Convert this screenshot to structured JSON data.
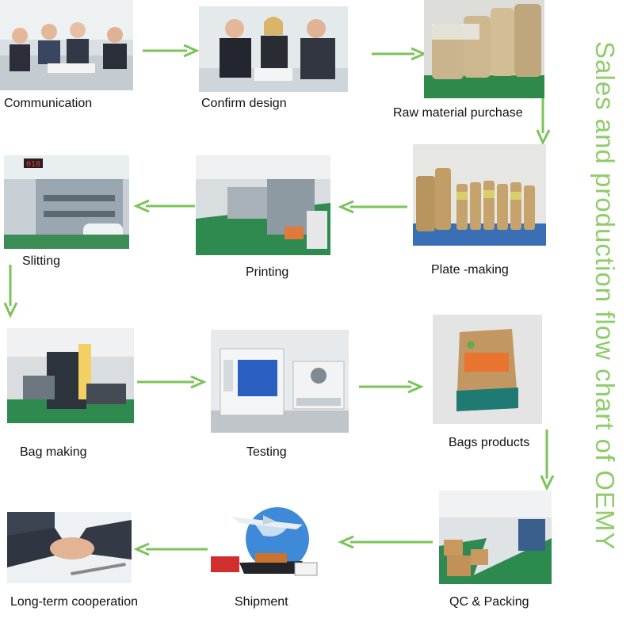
{
  "title": "Sales and production flow chart of OEMY",
  "colors": {
    "arrow": "#7cc35a",
    "title": "#8fcc6a"
  },
  "steps": [
    {
      "id": "communication",
      "label": "Communication"
    },
    {
      "id": "confirm-design",
      "label": "Confirm design"
    },
    {
      "id": "raw-material",
      "label": "Raw material purchase"
    },
    {
      "id": "plate-making",
      "label": "Plate -making"
    },
    {
      "id": "printing",
      "label": "Printing"
    },
    {
      "id": "slitting",
      "label": "Slitting"
    },
    {
      "id": "bag-making",
      "label": "Bag making"
    },
    {
      "id": "testing",
      "label": "Testing"
    },
    {
      "id": "bags-products",
      "label": "Bags products"
    },
    {
      "id": "qc-packing",
      "label": "QC & Packing"
    },
    {
      "id": "shipment",
      "label": "Shipment"
    },
    {
      "id": "long-term",
      "label": "Long-term cooperation"
    }
  ]
}
